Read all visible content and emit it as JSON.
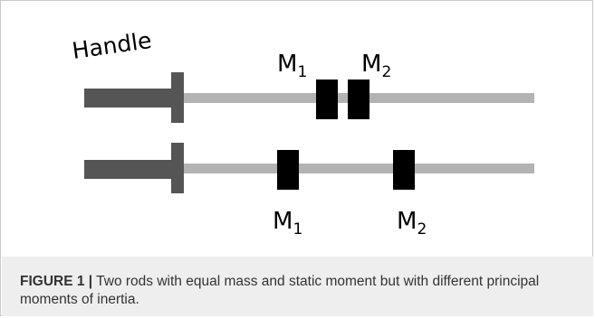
{
  "labels": {
    "handle": "Handle",
    "m1": "M",
    "m1_sub": "1",
    "m2": "M",
    "m2_sub": "2"
  },
  "caption": {
    "prefix": "FIGURE 1 |",
    "text": " Two rods with equal mass and static moment but with different principal moments of inertia."
  },
  "colors": {
    "handle": "#555555",
    "rod": "#b3b3b3",
    "mass": "#000000",
    "caption_bg": "#eeeeee"
  }
}
